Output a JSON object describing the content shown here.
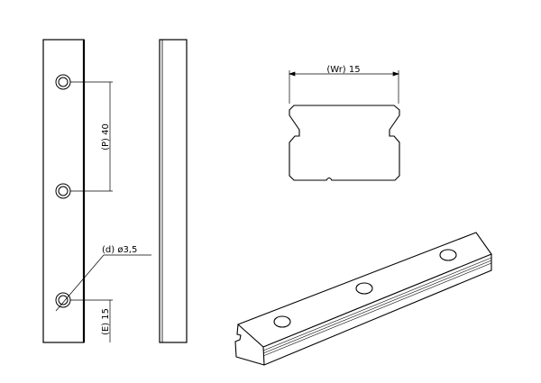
{
  "labels": {
    "pitch": "(P) 40",
    "hole_diameter": "(d) ø3,5",
    "end_distance": "(E) 15",
    "rail_width": "(Wr) 15"
  },
  "colors": {
    "line": "#000000",
    "background": "#ffffff"
  }
}
